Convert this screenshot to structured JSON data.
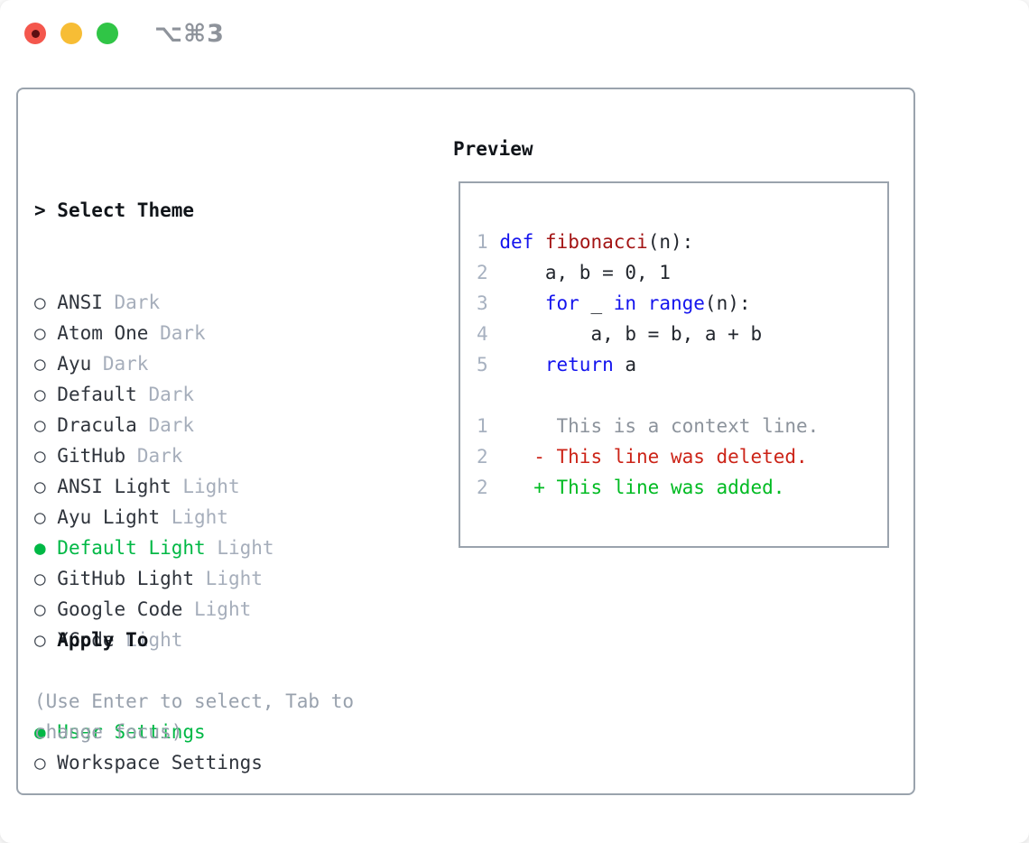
{
  "window": {
    "title_shortcut": "⌥⌘3",
    "traffic_lights": [
      "close",
      "minimize",
      "zoom"
    ]
  },
  "icons": {
    "radio_unselected": "○",
    "radio_selected": "●",
    "header_pointer": "> "
  },
  "theme_picker": {
    "header": {
      "prefix": "> ",
      "label": "Select Theme"
    },
    "items": [
      {
        "name": "ANSI",
        "variant": "Dark",
        "selected": false
      },
      {
        "name": "Atom One",
        "variant": "Dark",
        "selected": false
      },
      {
        "name": "Ayu",
        "variant": "Dark",
        "selected": false
      },
      {
        "name": "Default",
        "variant": "Dark",
        "selected": false
      },
      {
        "name": "Dracula",
        "variant": "Dark",
        "selected": false
      },
      {
        "name": "GitHub",
        "variant": "Dark",
        "selected": false
      },
      {
        "name": "ANSI Light",
        "variant": "Light",
        "selected": false
      },
      {
        "name": "Ayu Light",
        "variant": "Light",
        "selected": false
      },
      {
        "name": "Default Light",
        "variant": "Light",
        "selected": true
      },
      {
        "name": "GitHub Light",
        "variant": "Light",
        "selected": false
      },
      {
        "name": "Google Code",
        "variant": "Light",
        "selected": false
      },
      {
        "name": "XCode",
        "variant": "Light",
        "selected": false
      }
    ],
    "apply_to": {
      "label": "Apply To",
      "options": [
        {
          "name": "User Settings",
          "selected": true
        },
        {
          "name": "Workspace Settings",
          "selected": false
        }
      ]
    },
    "hint": "(Use Enter to select, Tab to change focus)"
  },
  "preview": {
    "title": "Preview",
    "lines": [
      {
        "num": "1",
        "tokens": [
          {
            "text": " ",
            "color": "code"
          },
          {
            "text": "def",
            "color": "kw"
          },
          {
            "text": " ",
            "color": "code"
          },
          {
            "text": "fibonacci",
            "color": "fn"
          },
          {
            "text": "(n):",
            "color": "code"
          }
        ]
      },
      {
        "num": "2",
        "tokens": [
          {
            "text": "     a, b = 0, 1",
            "color": "code"
          }
        ]
      },
      {
        "num": "3",
        "tokens": [
          {
            "text": "     ",
            "color": "code"
          },
          {
            "text": "for",
            "color": "kw"
          },
          {
            "text": " _ ",
            "color": "code"
          },
          {
            "text": "in",
            "color": "kw"
          },
          {
            "text": " ",
            "color": "code"
          },
          {
            "text": "range",
            "color": "kw"
          },
          {
            "text": "(n):",
            "color": "code"
          }
        ]
      },
      {
        "num": "4",
        "tokens": [
          {
            "text": "         a, b = b, a + b",
            "color": "code"
          }
        ]
      },
      {
        "num": "5",
        "tokens": [
          {
            "text": "     ",
            "color": "code"
          },
          {
            "text": "return",
            "color": "kw"
          },
          {
            "text": " a",
            "color": "code"
          }
        ]
      },
      {
        "num": "",
        "tokens": []
      },
      {
        "num": "1",
        "tokens": [
          {
            "text": "      This is a context line.",
            "color": "ctx"
          }
        ]
      },
      {
        "num": "2",
        "tokens": [
          {
            "text": "    ",
            "color": "code"
          },
          {
            "text": "- This line was deleted.",
            "color": "del"
          }
        ]
      },
      {
        "num": "2",
        "tokens": [
          {
            "text": "    ",
            "color": "code"
          },
          {
            "text": "+ This line was added.",
            "color": "add"
          }
        ]
      }
    ]
  },
  "colors": {
    "selected_green": "#00b845",
    "item_text": "#2f343c",
    "variant_muted": "#a6aebb",
    "radio_ring": "#3f4650",
    "heading_text": "#101419",
    "hint_text": "#98a1ad",
    "panel_border": "#9aa3ad",
    "keyword_blue": "#1414ee",
    "function_red": "#a31414",
    "code_default": "#22262d",
    "context_gray": "#8c939c",
    "deleted_red": "#cc2418",
    "added_green": "#00bb22",
    "line_number": "#a7b1c0",
    "titlebar_text": "#8e939b",
    "traffic_red": "#f4574d",
    "traffic_yellow": "#f7bd35",
    "traffic_green": "#30c546"
  }
}
